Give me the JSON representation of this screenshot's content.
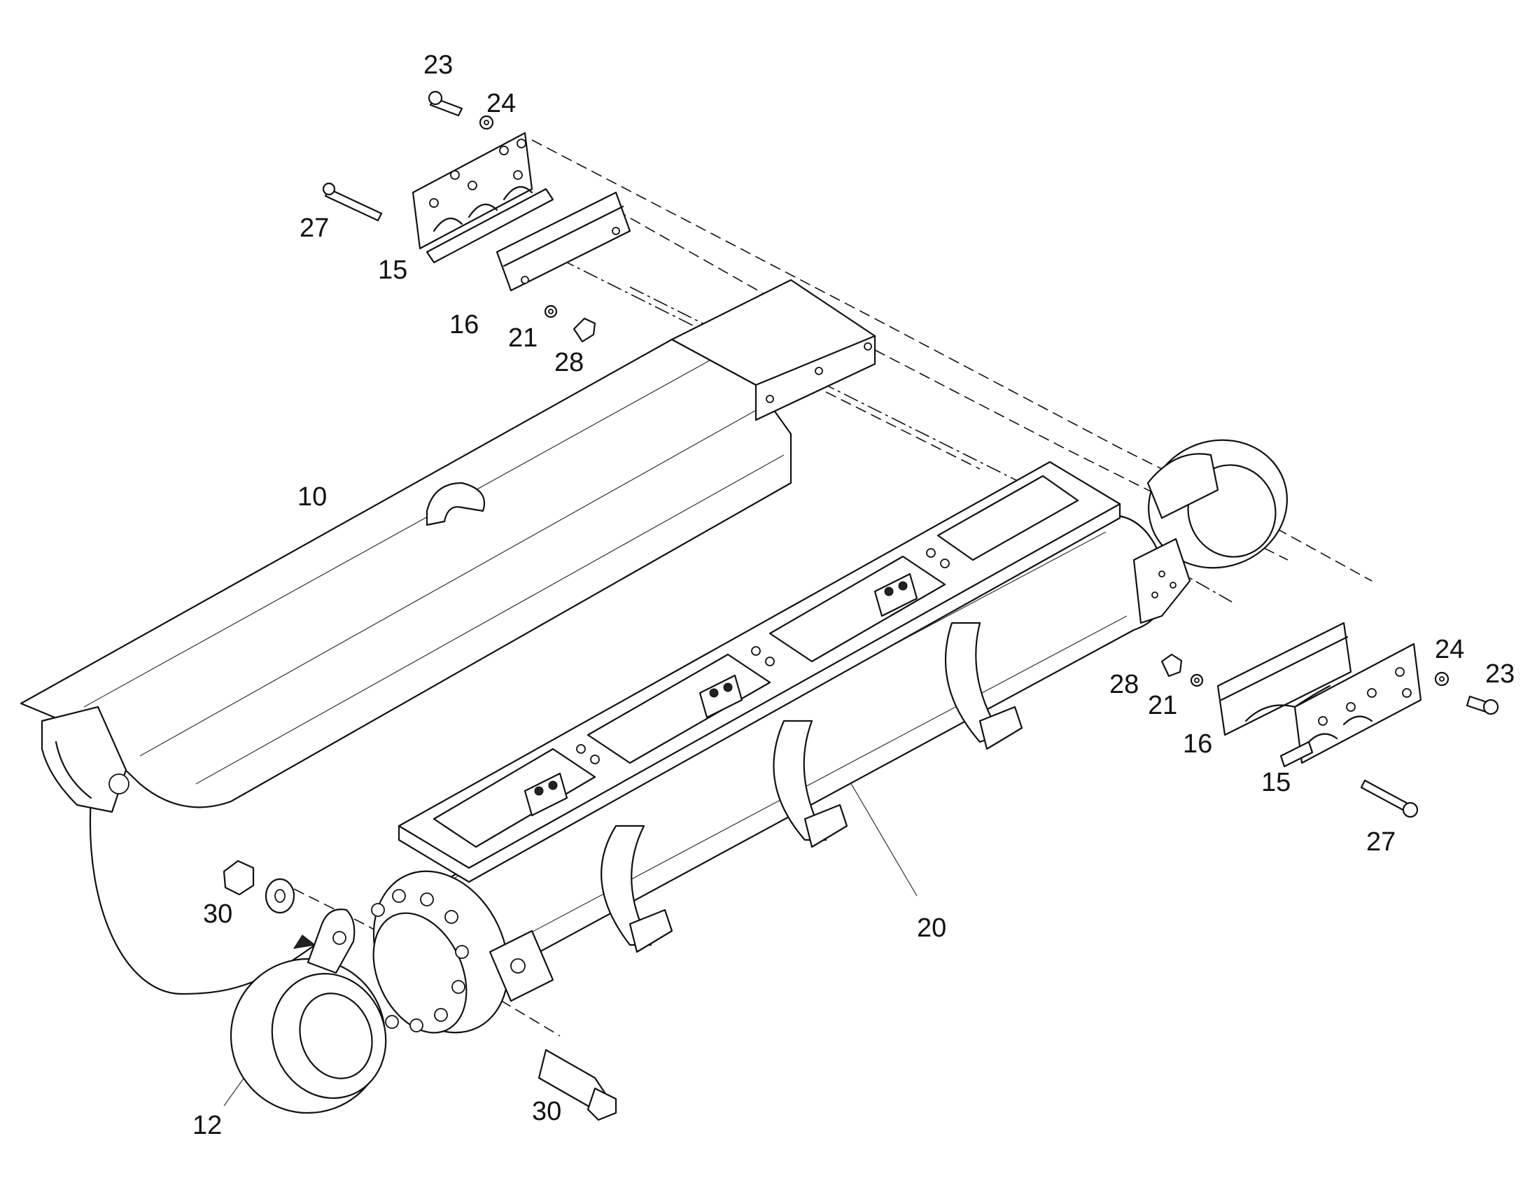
{
  "callouts": [
    {
      "id": "23-top",
      "text": "23"
    },
    {
      "id": "24-top",
      "text": "24"
    },
    {
      "id": "27-top",
      "text": "27"
    },
    {
      "id": "15-top",
      "text": "15"
    },
    {
      "id": "16-top",
      "text": "16"
    },
    {
      "id": "21-top",
      "text": "21"
    },
    {
      "id": "28-top",
      "text": "28"
    },
    {
      "id": "10",
      "text": "10"
    },
    {
      "id": "20",
      "text": "20"
    },
    {
      "id": "28-right",
      "text": "28"
    },
    {
      "id": "21-right",
      "text": "21"
    },
    {
      "id": "16-right",
      "text": "16"
    },
    {
      "id": "15-right",
      "text": "15"
    },
    {
      "id": "24-right",
      "text": "24"
    },
    {
      "id": "23-right",
      "text": "23"
    },
    {
      "id": "27-right",
      "text": "27"
    },
    {
      "id": "30-left",
      "text": "30"
    },
    {
      "id": "30-bottom",
      "text": "30"
    },
    {
      "id": "12",
      "text": "12"
    }
  ]
}
